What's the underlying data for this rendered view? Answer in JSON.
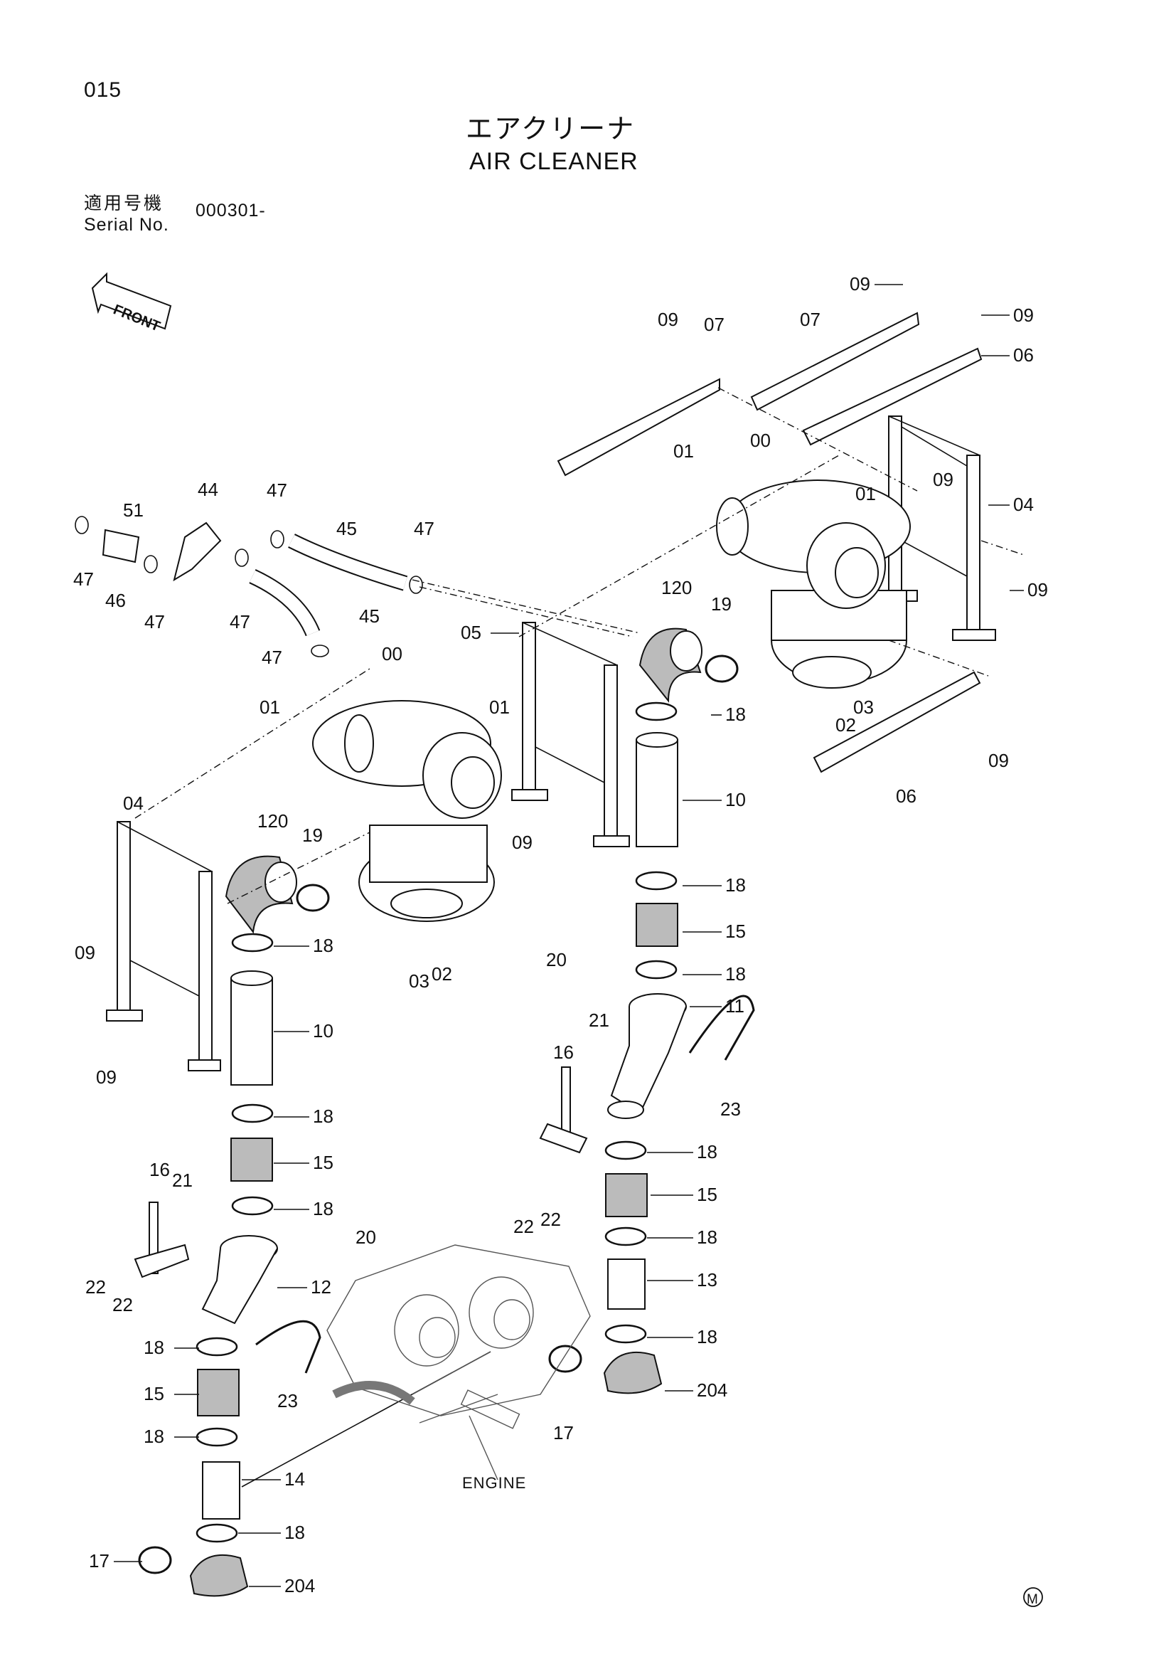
{
  "page_number": "015",
  "title_jp": "エアクリーナ",
  "title_en": "AIR CLEANER",
  "serial": {
    "label_jp": "適用号機",
    "label_en": "Serial No.",
    "value": "000301-"
  },
  "front_label": "FRONT",
  "engine_label": "ENGINE",
  "marker": "M",
  "callouts": {
    "c09a": "09",
    "c09b": "09",
    "c07a": "07",
    "c07b": "07",
    "c09c": "09",
    "c06a": "06",
    "c01a": "01",
    "c00a": "00",
    "c01b": "01",
    "c09d": "09",
    "c04a": "04",
    "c09e": "09",
    "c51": "51",
    "c44": "44",
    "c47a": "47",
    "c45a": "45",
    "c47b": "47",
    "c47c": "47",
    "c46": "46",
    "c47d": "47",
    "c47e": "47",
    "c45b": "45",
    "c120a": "120",
    "c19a": "19",
    "c05": "05",
    "c02a": "02",
    "c03a": "03",
    "c09f": "09",
    "c06b": "06",
    "c47f": "47",
    "c01c": "01",
    "c00b": "00",
    "c01d": "01",
    "c18a": "18",
    "c10a": "10",
    "c09g": "09",
    "c04b": "04",
    "c120b": "120",
    "c19b": "19",
    "c18b": "18",
    "c15a": "15",
    "c18c": "18",
    "c03b": "03",
    "c02b": "02",
    "c20a": "20",
    "c11": "11",
    "c21a": "21",
    "c09h": "09",
    "c18d": "18",
    "c10b": "10",
    "c09i": "09",
    "c16a": "16",
    "c23a": "23",
    "c18e": "18",
    "c15b": "15",
    "c22a": "22",
    "c22b": "22",
    "c18f": "18",
    "c13": "13",
    "c18g": "18",
    "c204a": "204",
    "c17a": "17",
    "c18h": "18",
    "c15c": "15",
    "c18i": "18",
    "c16b": "16",
    "c21b": "21",
    "c20b": "20",
    "c12": "12",
    "c22c": "22",
    "c22d": "22",
    "c18j": "18",
    "c15d": "15",
    "c23b": "23",
    "c18k": "18",
    "c14": "14",
    "c18l": "18",
    "c17b": "17",
    "c204b": "204"
  }
}
